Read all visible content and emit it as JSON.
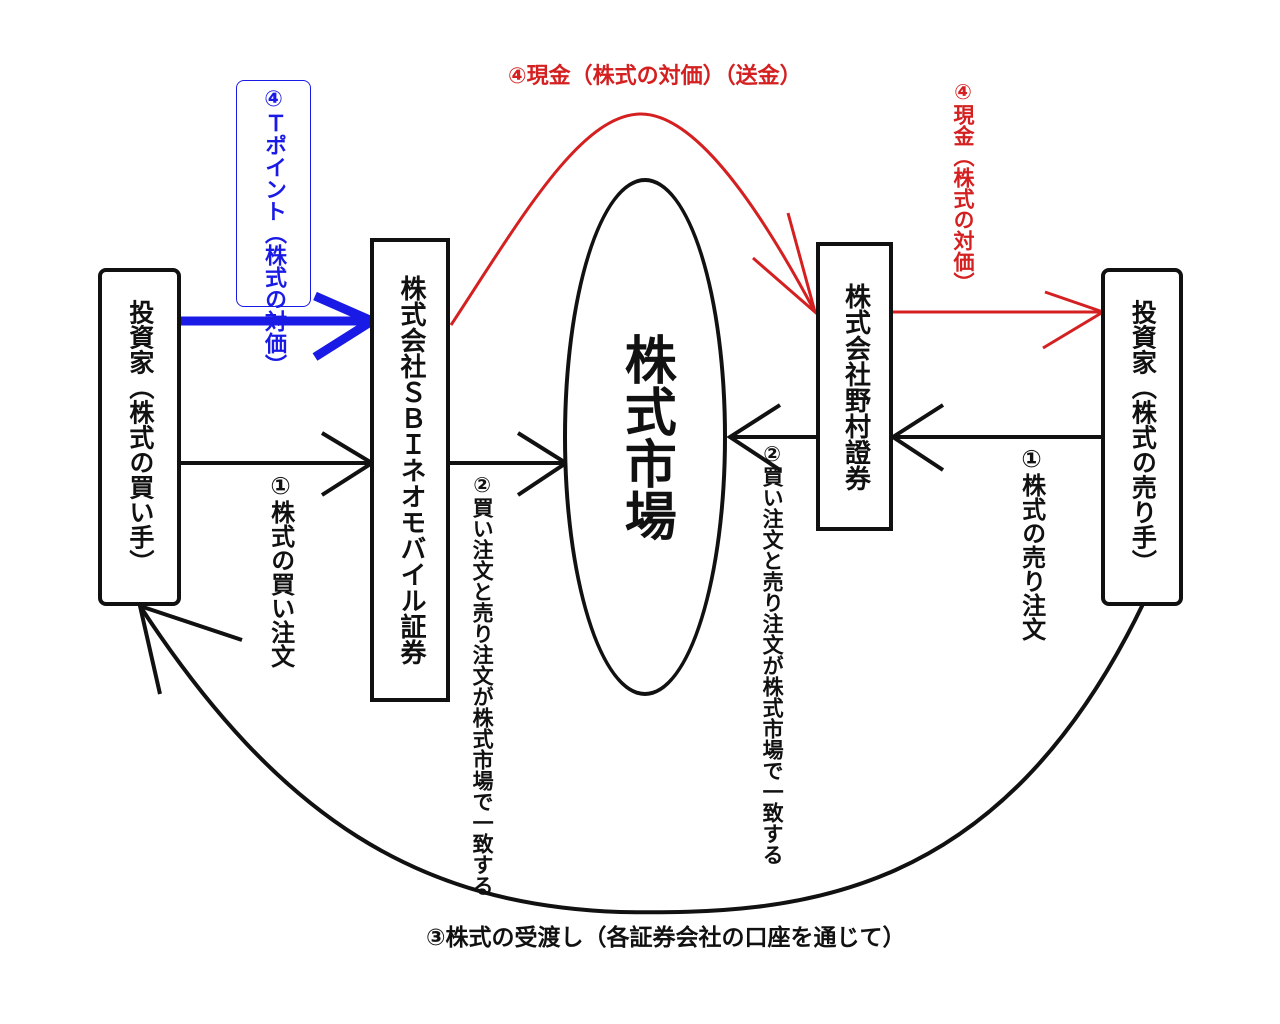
{
  "nodes": {
    "buyer": "投資家（株式の買い手）",
    "sbi": "株式会社ＳＢＩネオモバイル証券",
    "market": "株式市場",
    "nomura": "株式会社野村證券",
    "seller": "投資家（株式の売り手）"
  },
  "labels": {
    "buy_order": "①株式の買い注文",
    "match_left": "②買い注文と売り注文が株式市場で一致する",
    "match_right": "②買い注文と売り注文が株式市場で一致する",
    "sell_order": "①株式の売り注文",
    "tpoint": "④Ｔポイント（株式の対価）",
    "cash_transfer": "④現金（株式の対価）（送金）",
    "cash_seller": "④現金（株式の対価）",
    "delivery": "③株式の受渡し（各証券会社の口座を通じて）"
  },
  "colors": {
    "black": "#111111",
    "red": "#d42020",
    "blue": "#1a1ae6"
  }
}
